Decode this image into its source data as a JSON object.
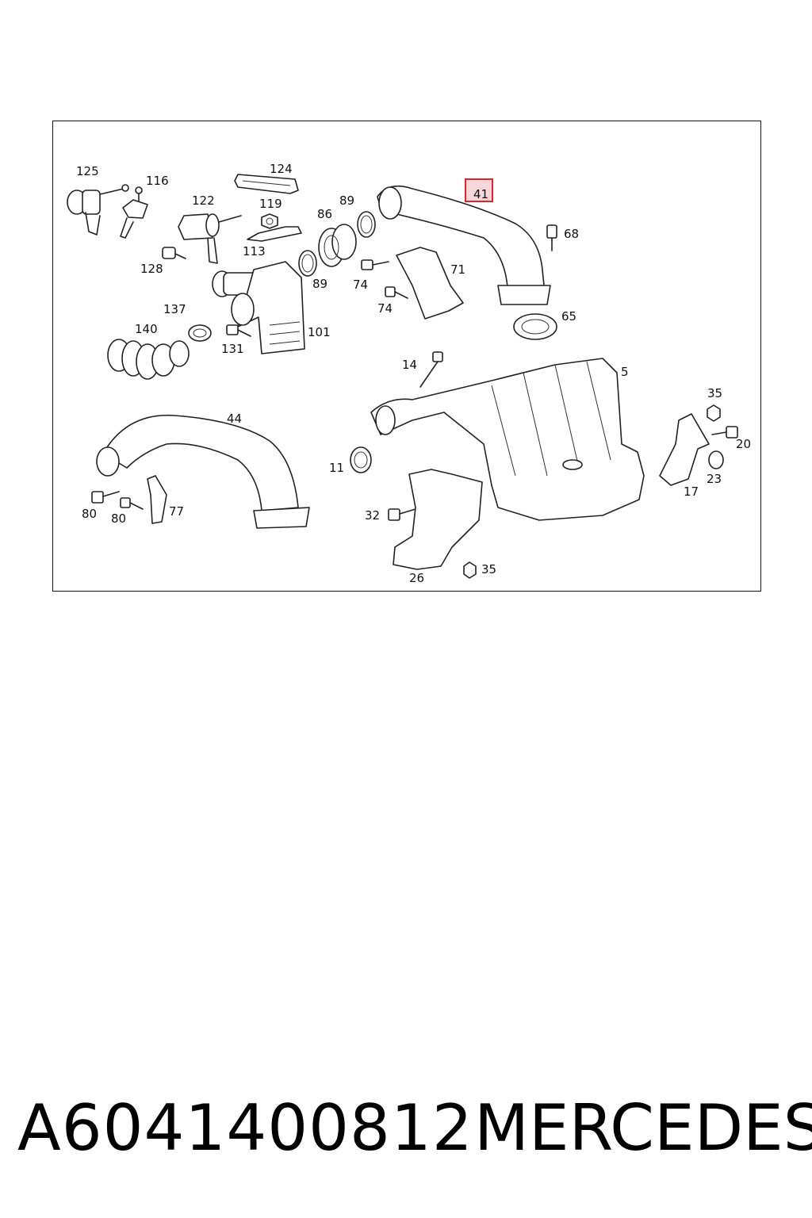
{
  "diagram": {
    "highlight_color": "#e0202a",
    "highlighted_label": "41",
    "labels": [
      "125",
      "116",
      "124",
      "122",
      "119",
      "89",
      "86",
      "41",
      "68",
      "113",
      "128",
      "71",
      "89",
      "74",
      "74",
      "137",
      "65",
      "140",
      "131",
      "101",
      "14",
      "5",
      "35",
      "44",
      "20",
      "11",
      "23",
      "17",
      "80",
      "80",
      "77",
      "32",
      "35",
      "26"
    ]
  },
  "footer": {
    "part_number": "A6041400812",
    "brand": "MERCEDES"
  }
}
